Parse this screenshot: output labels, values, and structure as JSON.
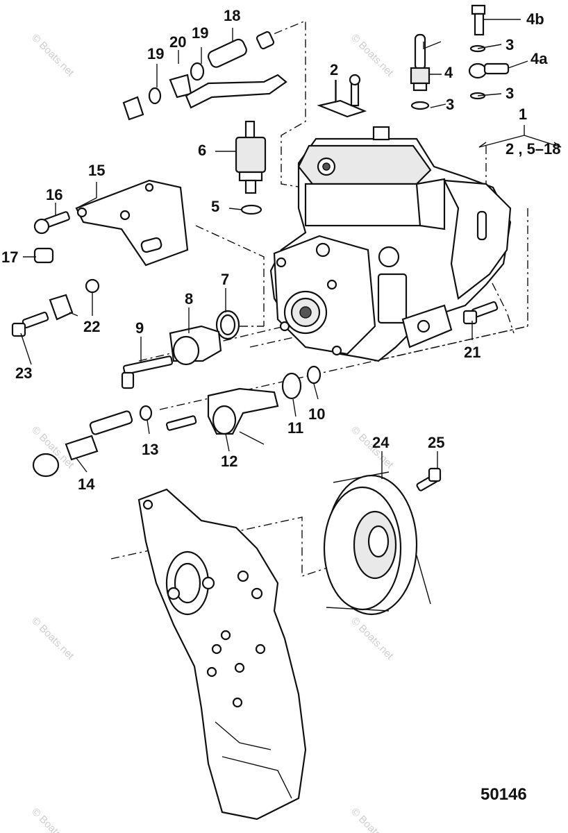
{
  "diagram_number": "50146",
  "watermark": "© Boats.net",
  "labels": {
    "p1": "1",
    "p1_range": "2 , 5–18",
    "p2": "2",
    "p3a": "3",
    "p3b": "3",
    "p3c": "3",
    "p3d": "3",
    "p4": "4",
    "p4a": "4a",
    "p4b": "4b",
    "p5": "5",
    "p6": "6",
    "p7": "7",
    "p8": "8",
    "p9": "9",
    "p10": "10",
    "p11": "11",
    "p12": "12",
    "p13": "13",
    "p14": "14",
    "p15": "15",
    "p16": "16",
    "p17": "17",
    "p18": "18",
    "p19a": "19",
    "p19b": "19",
    "p20": "20",
    "p21": "21",
    "p22": "22",
    "p23": "23",
    "p24": "24",
    "p25": "25"
  }
}
